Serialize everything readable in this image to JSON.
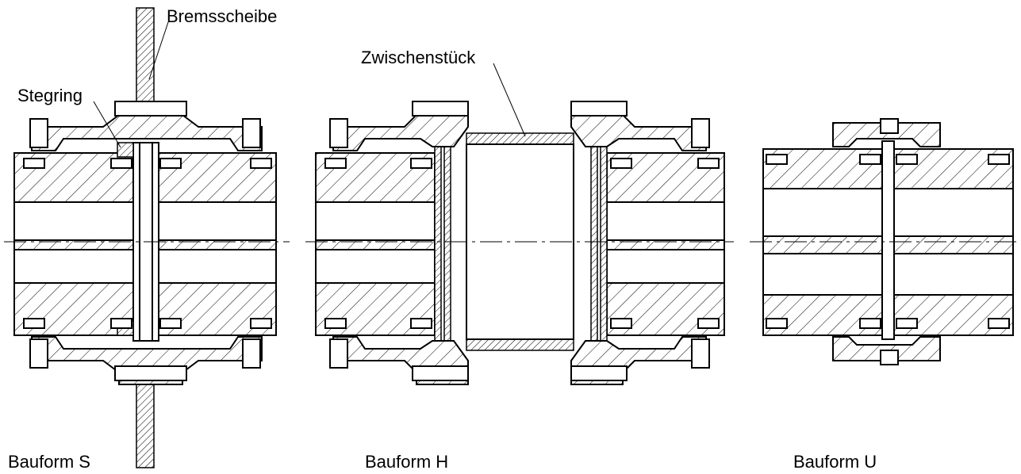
{
  "labels": {
    "brake_disc": "Bremsscheibe",
    "web_ring": "Stegring",
    "spacer": "Zwischenstück"
  },
  "captions": {
    "form_s": "Bauform S",
    "form_h": "Bauform H",
    "form_u": "Bauform U"
  }
}
